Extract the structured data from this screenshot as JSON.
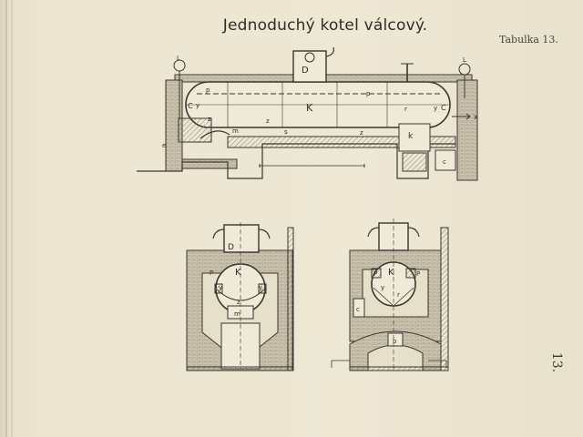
{
  "document": {
    "title": "Jednoduchý kotel válcový.",
    "table_label": "Tabulka 13.",
    "page_number": "13."
  },
  "side_view_labels": {
    "dome": "D",
    "boiler": "K",
    "p_left": "p",
    "p_mid": "p",
    "c_left": "C",
    "y_left": "y",
    "c_right": "C",
    "y_right": "y",
    "r": "r",
    "z_left": "z",
    "z_mid": "z",
    "m": "m",
    "s": "s",
    "z_bottom": "z",
    "k": "k",
    "x": "x",
    "l_left": "L",
    "l_right": "L",
    "e": "e",
    "c_box": "c"
  },
  "cross_section_left_labels": {
    "dome": "D",
    "boiler": "K",
    "p": "P",
    "y_left": "y",
    "y_right": "y",
    "z": "z",
    "m": "m"
  },
  "cross_section_right_labels": {
    "boiler": "K",
    "p_left": "P",
    "p_right": "P",
    "y": "y",
    "r": "r",
    "c": "c",
    "b": "b"
  }
}
